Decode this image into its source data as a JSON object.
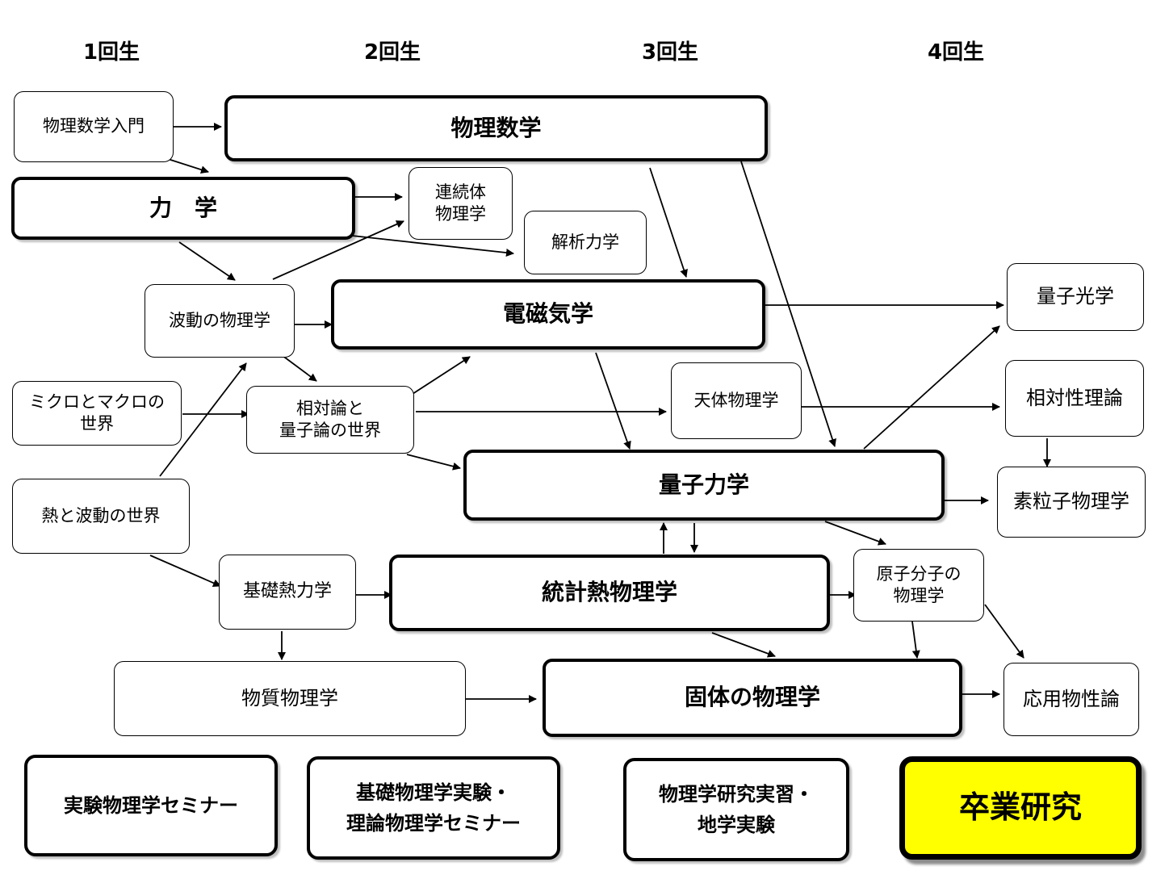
{
  "year_headers": [
    "1回生",
    "2回生",
    "3回生",
    "4回生"
  ],
  "courses": {
    "math_intro": "物理数学入門",
    "math_physics": "物理数学",
    "mechanics": "力　学",
    "continuum": "連続体\n物理学",
    "analytical_mech": "解析力学",
    "wave_physics": "波動の物理学",
    "electromagnetism": "電磁気学",
    "quantum_optics": "量子光学",
    "micro_macro": "ミクロとマクロの\n世界",
    "relativity_quantum_world": "相対論と\n量子論の世界",
    "astrophysics": "天体物理学",
    "relativity_theory": "相対性理論",
    "quantum_mechanics": "量子力学",
    "particle_physics": "素粒子物理学",
    "heat_wave_world": "熱と波動の世界",
    "basic_thermo": "基礎熱力学",
    "stat_thermo": "統計熱物理学",
    "atomic_molecular": "原子分子の\n物理学",
    "applied_materials": "応用物性論",
    "materials_physics": "物質物理学",
    "solid_state": "固体の物理学"
  },
  "seminars": {
    "exp_seminar": "実験物理学セミナー",
    "basic_exp": "基礎物理学実験・\n理論物理学セミナー",
    "research_practice": "物理学研究実習・\n地学実験",
    "graduation_research": "卒業研究"
  },
  "colors": {
    "highlight": "#ffff00",
    "line": "#000000"
  }
}
